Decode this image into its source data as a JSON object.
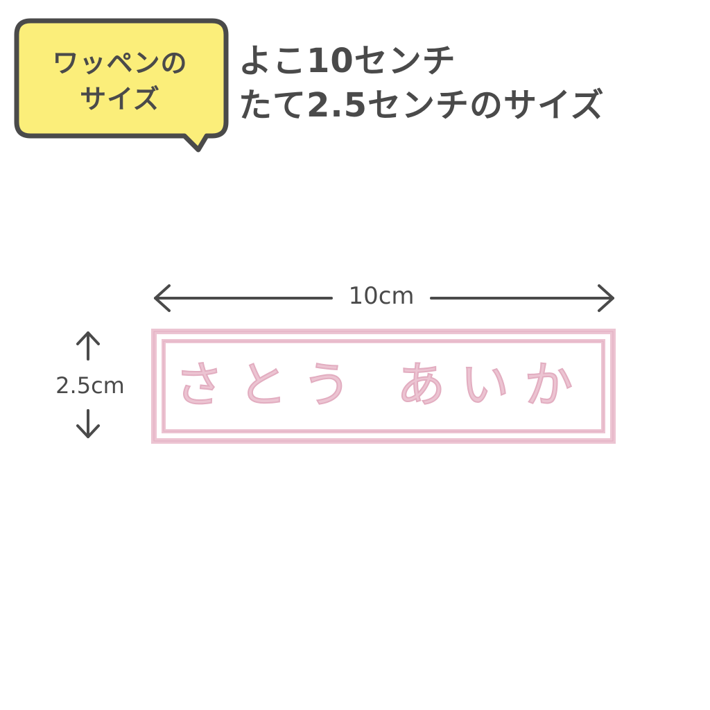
{
  "bubble": {
    "line1": "ワッペンの",
    "line2": "サイズ",
    "fill_color": "#fbee7a",
    "stroke_color": "#4a4a4a"
  },
  "headline": {
    "line1": "よこ10センチ",
    "line2": "たて2.5センチのサイズ"
  },
  "diagram": {
    "width_label": "10cm",
    "height_label": "2.5cm",
    "arrow_color": "#4a4a4a"
  },
  "patch": {
    "name": "さとう あいか",
    "thread_color": "#ecc4d2"
  }
}
